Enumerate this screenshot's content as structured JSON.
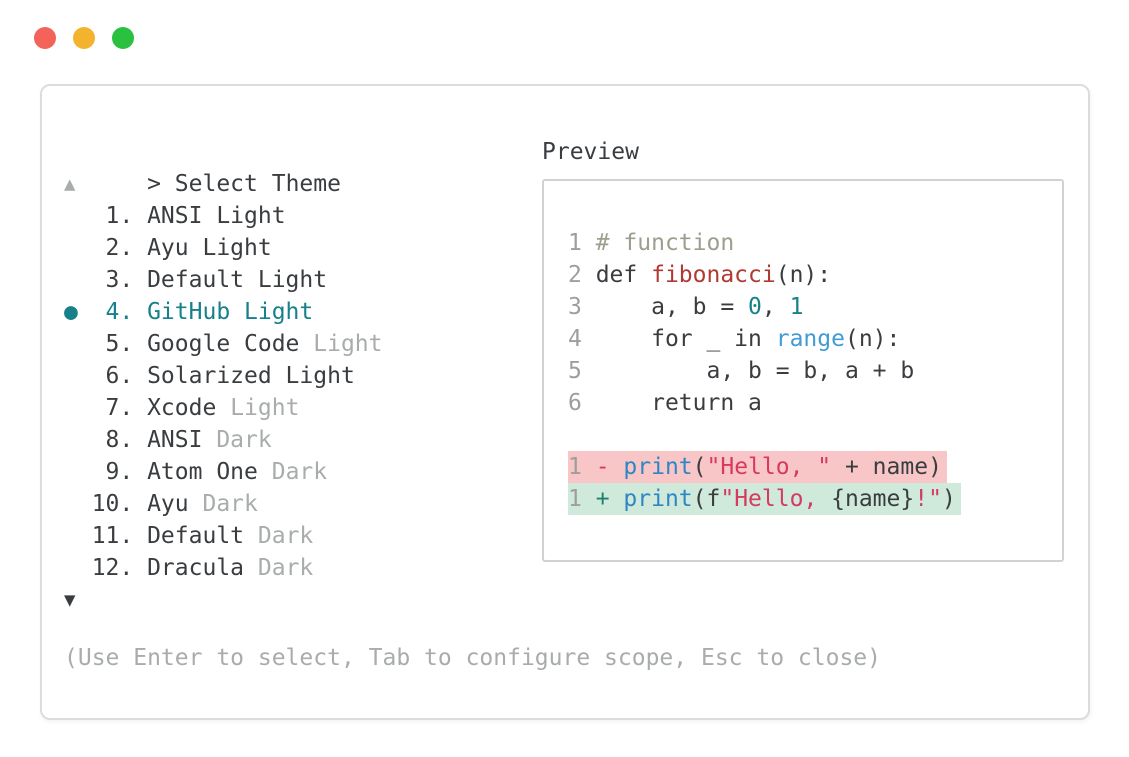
{
  "colors": {
    "ink": "#3a3d40",
    "dim": "#a9acac",
    "teal": "#17808a",
    "comment": "#9aa08d",
    "func": "#b03a31",
    "builtin": "#429bd5",
    "call": "#2e86c4",
    "string": "#d63a5f",
    "ins": "#1e7f6e",
    "delbg": "#f8c6c6",
    "insbg": "#cfe9da",
    "linenum": "#9e9e9e",
    "window-border": "#dcdcdc",
    "box-border": "#d2d2d2",
    "light-red": "#f4635a",
    "light-yellow": "#f3b32f",
    "light-green": "#2bc140"
  },
  "picker": {
    "prompt": ">",
    "title": "Select Theme",
    "scroll_up": "▲",
    "scroll_down": "▼",
    "selected_bullet": "●",
    "items": [
      {
        "number": "1",
        "main": "ANSI Light",
        "dim": "",
        "selected": false
      },
      {
        "number": "2",
        "main": "Ayu Light",
        "dim": "",
        "selected": false
      },
      {
        "number": "3",
        "main": "Default Light",
        "dim": "",
        "selected": false
      },
      {
        "number": "4",
        "main": "GitHub Light",
        "dim": "",
        "selected": true
      },
      {
        "number": "5",
        "main": "Google Code",
        "dim": "Light",
        "selected": false
      },
      {
        "number": "6",
        "main": "Solarized Light",
        "dim": "",
        "selected": false
      },
      {
        "number": "7",
        "main": "Xcode",
        "dim": "Light",
        "selected": false
      },
      {
        "number": "8",
        "main": "ANSI",
        "dim": "Dark",
        "selected": false
      },
      {
        "number": "9",
        "main": "Atom One",
        "dim": "Dark",
        "selected": false
      },
      {
        "number": "10",
        "main": "Ayu",
        "dim": "Dark",
        "selected": false
      },
      {
        "number": "11",
        "main": "Default",
        "dim": "Dark",
        "selected": false
      },
      {
        "number": "12",
        "main": "Dracula",
        "dim": "Dark",
        "selected": false
      }
    ]
  },
  "preview": {
    "title": "Preview",
    "code_lines": [
      {
        "num": "1",
        "diff": "",
        "tokens": [
          {
            "c": "comment",
            "t": "# function"
          }
        ]
      },
      {
        "num": "2",
        "diff": "",
        "tokens": [
          {
            "c": "plain",
            "t": "def "
          },
          {
            "c": "func",
            "t": "fibonacci"
          },
          {
            "c": "plain",
            "t": "(n):"
          }
        ]
      },
      {
        "num": "3",
        "diff": "",
        "tokens": [
          {
            "c": "plain",
            "t": "    a, b = "
          },
          {
            "c": "num",
            "t": "0"
          },
          {
            "c": "plain",
            "t": ", "
          },
          {
            "c": "num",
            "t": "1"
          }
        ]
      },
      {
        "num": "4",
        "diff": "",
        "tokens": [
          {
            "c": "plain",
            "t": "    for _ in "
          },
          {
            "c": "builtin",
            "t": "range"
          },
          {
            "c": "plain",
            "t": "(n):"
          }
        ]
      },
      {
        "num": "5",
        "diff": "",
        "tokens": [
          {
            "c": "plain",
            "t": "        a, b = b, a + b"
          }
        ]
      },
      {
        "num": "6",
        "diff": "",
        "tokens": [
          {
            "c": "plain",
            "t": "    return a"
          }
        ]
      },
      {
        "num": "",
        "diff": "",
        "tokens": []
      },
      {
        "num": "1",
        "diff": "del",
        "tokens": [
          {
            "c": "del",
            "t": "- "
          },
          {
            "c": "call",
            "t": "print"
          },
          {
            "c": "plain",
            "t": "("
          },
          {
            "c": "string",
            "t": "\"Hello, \""
          },
          {
            "c": "plain",
            "t": " + name)"
          }
        ]
      },
      {
        "num": "1",
        "diff": "ins",
        "tokens": [
          {
            "c": "ins",
            "t": "+ "
          },
          {
            "c": "call",
            "t": "print"
          },
          {
            "c": "plain",
            "t": "(f"
          },
          {
            "c": "string",
            "t": "\"Hello, "
          },
          {
            "c": "plain",
            "t": "{name}"
          },
          {
            "c": "string",
            "t": "!\""
          },
          {
            "c": "plain",
            "t": ")"
          }
        ]
      }
    ]
  },
  "footer": {
    "hint": "(Use Enter to select, Tab to configure scope, Esc to close)"
  }
}
